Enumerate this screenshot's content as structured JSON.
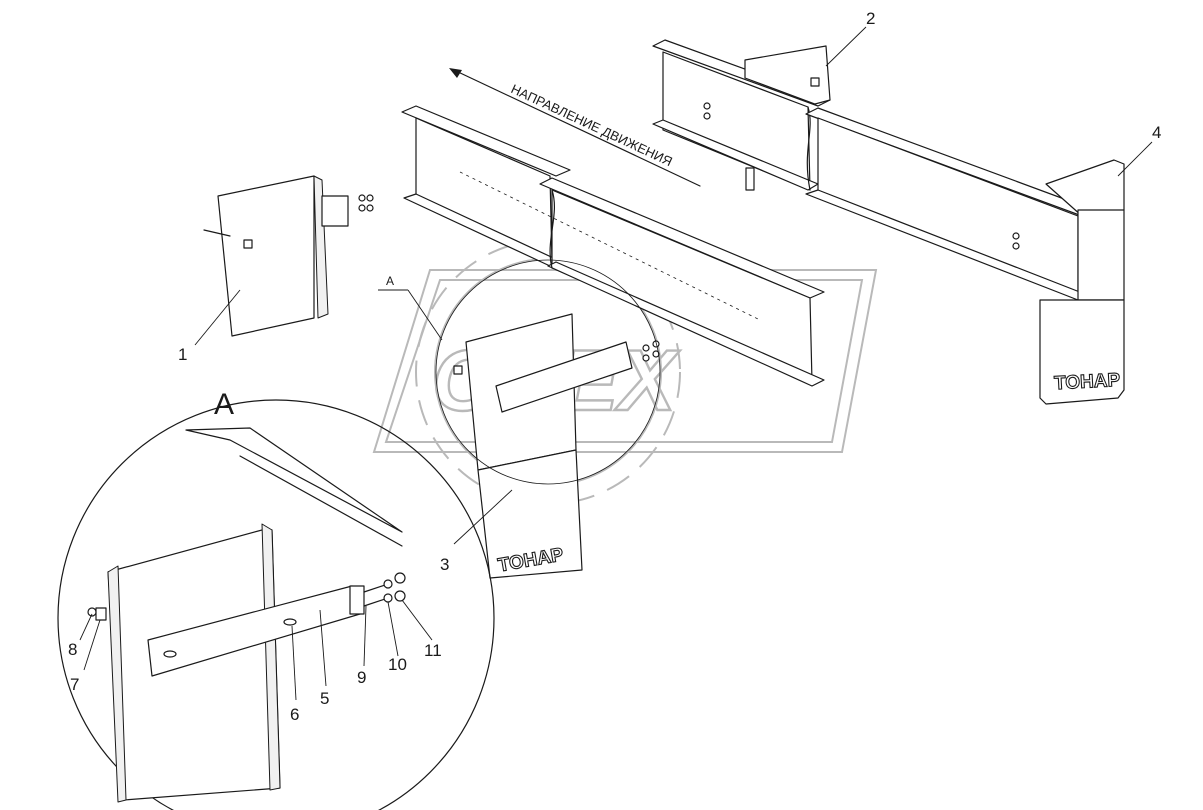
{
  "direction_label": "НАПРАВЛЕНИЕ ДВИЖЕНИЯ",
  "view_letter": "A",
  "view_letter_small": "A",
  "brand_label": "ТОНАР",
  "watermark_text": "OREX",
  "callouts": {
    "c1": "1",
    "c2": "2",
    "c3": "3",
    "c4": "4",
    "c5": "5",
    "c6": "6",
    "c7": "7",
    "c8": "8",
    "c9": "9",
    "c10": "10",
    "c11": "11"
  },
  "colors": {
    "line": "#1a1a1a",
    "watermark": "#b9b9b9",
    "background": "#ffffff"
  }
}
